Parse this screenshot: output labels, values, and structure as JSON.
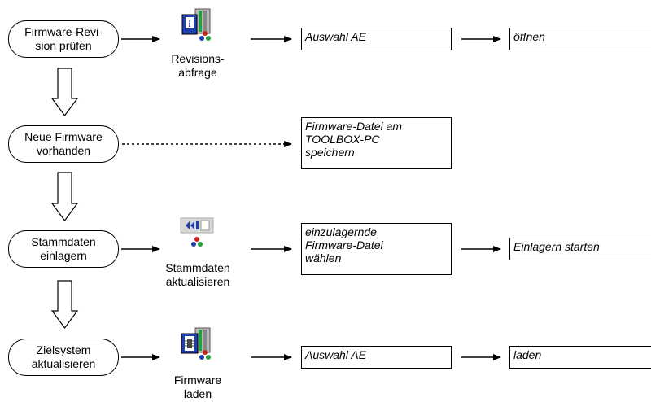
{
  "steps": {
    "firmware_check": "Firmware-Revi-\nsion prüfen",
    "new_firmware": "Neue Firmware\nvorhanden",
    "master_data": "Stammdaten\neinlagern",
    "target_update": "Zielsystem\naktualisieren"
  },
  "tools": {
    "revision": {
      "caption": "Revisions-\nabfrage",
      "icon": "revision-query-icon"
    },
    "master_update": {
      "caption": "Stammdaten\naktualisieren",
      "icon": "master-data-update-icon"
    },
    "firmware_load": {
      "caption": "Firmware\nladen",
      "icon": "firmware-load-icon"
    }
  },
  "actions": {
    "row1_select": "Auswahl AE",
    "row1_open": "öffnen",
    "row2_save": "Firmware-Datei am\nTOOLBOX-PC\nspeichern",
    "row3_choose": "einzulagernde\nFirmware-Datei\nwählen",
    "row3_start": "Einlagern starten",
    "row4_select": "Auswahl AE",
    "row4_load": "laden"
  },
  "colors": {
    "line": "#000000",
    "icon_blue": "#1f3fae",
    "icon_red": "#d0201c",
    "icon_green": "#23a03c",
    "icon_gray": "#b8b8b8"
  }
}
